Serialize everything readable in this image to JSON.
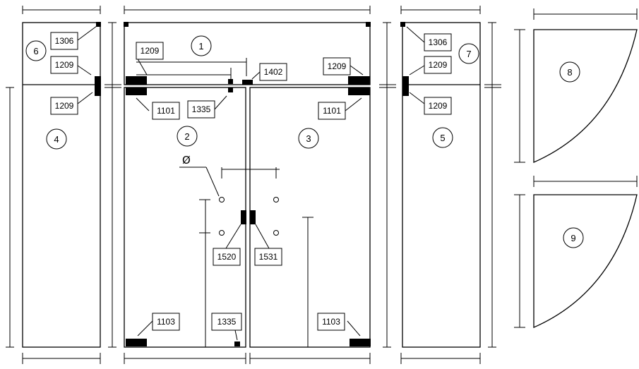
{
  "panels": [
    {
      "id": "1",
      "label": "1"
    },
    {
      "id": "2",
      "label": "2"
    },
    {
      "id": "3",
      "label": "3"
    },
    {
      "id": "4",
      "label": "4"
    },
    {
      "id": "5",
      "label": "5"
    },
    {
      "id": "6",
      "label": "6"
    },
    {
      "id": "7",
      "label": "7"
    },
    {
      "id": "8",
      "label": "8"
    },
    {
      "id": "9",
      "label": "9"
    }
  ],
  "fittings": {
    "top_left_corner": "1306",
    "top_right_corner": "1306",
    "left_top_clamp": "1209",
    "left_side_clamp": "1209",
    "right_top_clamp": "1209",
    "right_side_clamp": "1209",
    "center_upper_clamp": "1209",
    "right_upper_clamp": "1209",
    "transom_bar": "1402",
    "left_top_patch": "1101",
    "right_top_patch": "1101",
    "lock_keeper": "1335",
    "floor_lock": "1335",
    "left_bottom_patch": "1103",
    "right_bottom_patch": "1103",
    "left_lock": "1520",
    "right_lock": "1531"
  },
  "symbols": {
    "diameter": "Ø"
  }
}
